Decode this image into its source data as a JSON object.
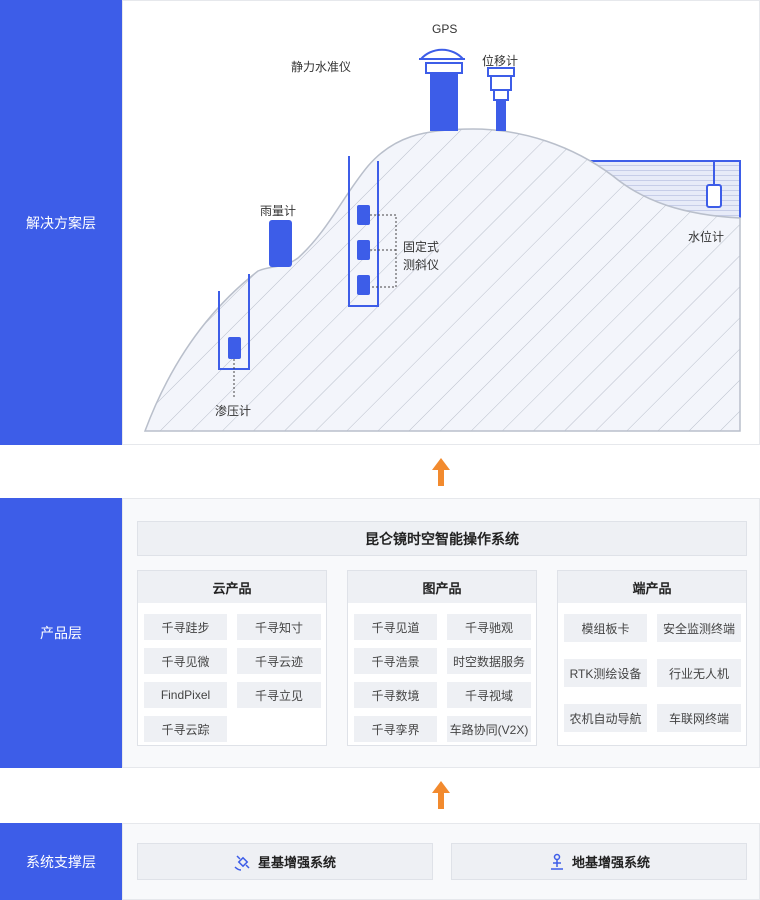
{
  "layers": {
    "solution": "解决方案层",
    "product": "产品层",
    "support": "系统支撑层"
  },
  "solution": {
    "labels": {
      "gps": "GPS",
      "level": "静力水准仪",
      "displacement": "位移计",
      "rain": "雨量计",
      "inclinometer_1": "固定式",
      "inclinometer_2": "测斜仪",
      "water": "水位计",
      "piezometer": "渗压计"
    }
  },
  "product": {
    "os": "昆仑镜时空智能操作系统",
    "groups": [
      {
        "title": "云产品",
        "items": [
          "千寻跬步",
          "千寻知寸",
          "千寻见微",
          "千寻云迹",
          "FindPixel",
          "千寻立见",
          "千寻云踪"
        ]
      },
      {
        "title": "图产品",
        "items": [
          "千寻见道",
          "千寻驰观",
          "千寻浩景",
          "时空数据服务",
          "千寻数境",
          "千寻视域",
          "千寻孪界",
          "车路协同(V2X)"
        ]
      },
      {
        "title": "端产品",
        "items": [
          "模组板卡",
          "安全监测终端",
          "RTK测绘设备",
          "行业无人机",
          "农机自动导航",
          "车联网终端"
        ]
      }
    ]
  },
  "support": {
    "systems": [
      {
        "name": "星基增强系统",
        "icon": "satellite-icon"
      },
      {
        "name": "地基增强系统",
        "icon": "ground-station-icon"
      }
    ]
  },
  "colors": {
    "accent": "#3d5de8",
    "arrow": "#f28a2e",
    "panel": "#eef0f4"
  }
}
